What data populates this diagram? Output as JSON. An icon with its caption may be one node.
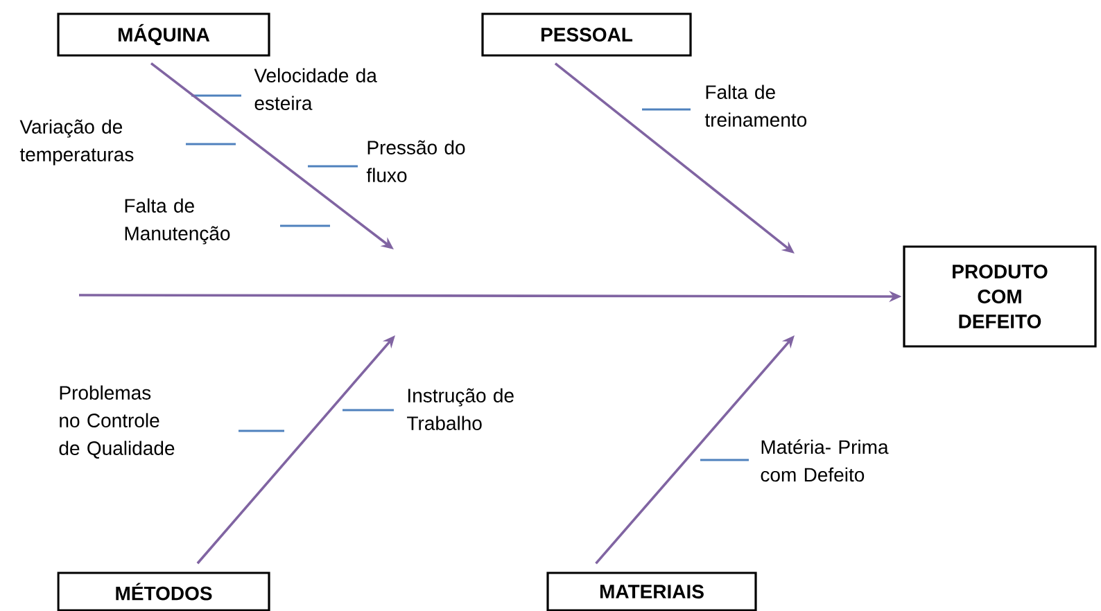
{
  "diagram": {
    "nodes": [
      {
        "text": [
          "MÁQUINA"
        ]
      },
      {
        "text": [
          "PESSOAL"
        ]
      },
      {
        "text": [
          "PRODUTO COM DEFEITO"
        ]
      },
      {
        "text": [
          "MÉTODOS"
        ]
      },
      {
        "text": [
          "MATERIAIS"
        ]
      }
    ],
    "edges": [
      {
        "from": 0,
        "to": null,
        "arrow": "to"
      },
      {
        "from": 1,
        "to": null,
        "arrow": "to"
      },
      {
        "from": null,
        "to": 2,
        "arrow": "to"
      },
      {
        "from": 3,
        "to": null,
        "arrow": "to"
      },
      {
        "from": 4,
        "to": null,
        "arrow": "to"
      }
    ],
    "labels": [
      "Velocidade da esteira",
      "Variação de temperaturas",
      "Pressão do fluxo",
      "Falta de Manutenção",
      "Falta de treinamento",
      "Problemas no Controle de Qualidade",
      "Instrução de Trabalho",
      "Matéria- Prima com Defeito"
    ]
  }
}
